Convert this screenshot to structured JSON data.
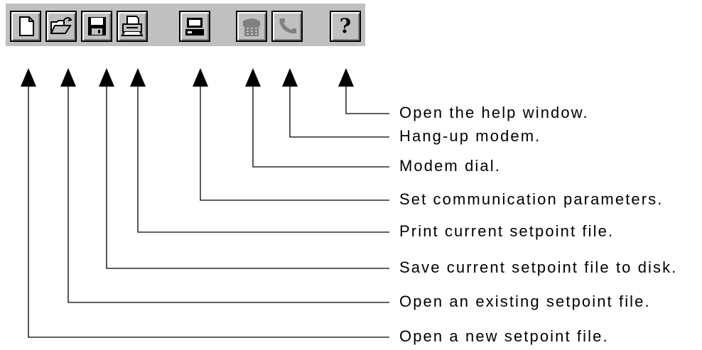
{
  "toolbar": {
    "buttons": [
      {
        "id": "new",
        "icon": "new-file-icon",
        "enabled": true
      },
      {
        "id": "open",
        "icon": "open-folder-icon",
        "enabled": true
      },
      {
        "id": "save",
        "icon": "floppy-disk-icon",
        "enabled": true
      },
      {
        "id": "print",
        "icon": "printer-icon",
        "enabled": true
      },
      {
        "id": "comm",
        "icon": "communication-settings-icon",
        "enabled": true
      },
      {
        "id": "dial",
        "icon": "modem-dial-icon",
        "enabled": false
      },
      {
        "id": "hangup",
        "icon": "hang-up-icon",
        "enabled": false
      },
      {
        "id": "help",
        "icon": "help-icon",
        "enabled": true,
        "glyph": "?"
      }
    ]
  },
  "callouts": [
    {
      "target": "help",
      "text": "Open the help window."
    },
    {
      "target": "hangup",
      "text": "Hang-up modem."
    },
    {
      "target": "dial",
      "text": "Modem dial."
    },
    {
      "target": "comm",
      "text": "Set communication parameters."
    },
    {
      "target": "print",
      "text": "Print current setpoint file."
    },
    {
      "target": "save",
      "text": "Save current setpoint file to disk."
    },
    {
      "target": "open",
      "text": "Open an existing setpoint file."
    },
    {
      "target": "new",
      "text": "Open a new setpoint file."
    }
  ],
  "colors": {
    "toolbar": "#c0c0c0",
    "line": "#000000",
    "disabled_icon": "#808080"
  }
}
